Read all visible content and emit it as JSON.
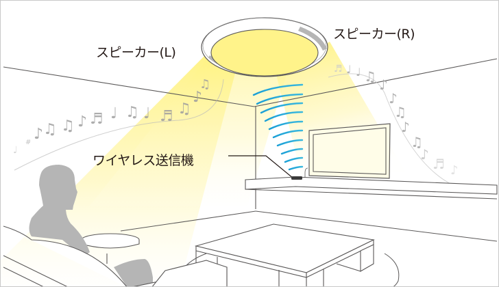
{
  "diagram": {
    "type": "room-illustration",
    "subject": "ceiling speaker light with wireless transmitter",
    "labels": {
      "speaker_left": "スピーカー(L)",
      "speaker_right": "スピーカー(R)",
      "transmitter": "ワイヤレス送信機"
    },
    "elements": [
      {
        "name": "ceiling-speaker-light",
        "kind": "ceiling fixture"
      },
      {
        "name": "left-speaker-sound-cone",
        "kind": "light-yellow beam"
      },
      {
        "name": "right-speaker-sound-cone",
        "kind": "light-yellow beam"
      },
      {
        "name": "music-notes-left",
        "kind": "decorative note stream"
      },
      {
        "name": "music-notes-right",
        "kind": "decorative note stream"
      },
      {
        "name": "wireless-signal-waves",
        "kind": "blue arcs",
        "count": 10
      },
      {
        "name": "television",
        "kind": "flat screen"
      },
      {
        "name": "tv-shelf",
        "kind": "wall shelf"
      },
      {
        "name": "wireless-transmitter",
        "kind": "device"
      },
      {
        "name": "person-silhouette",
        "kind": "seated viewer"
      },
      {
        "name": "armchair",
        "kind": "furniture"
      },
      {
        "name": "side-table",
        "kind": "round table"
      },
      {
        "name": "coffee-table",
        "kind": "low table"
      },
      {
        "name": "rug",
        "kind": "oval rug outline"
      }
    ],
    "colors": {
      "light_yellow": "#fff38a",
      "light_fade": "#fffef5",
      "wave_blue": "#1aa0d8",
      "line": "#595757",
      "silhouette": "#b5b5b5",
      "note_gray": "#a0a0a0",
      "text": "#231815",
      "border": "#c8c8c8"
    }
  }
}
